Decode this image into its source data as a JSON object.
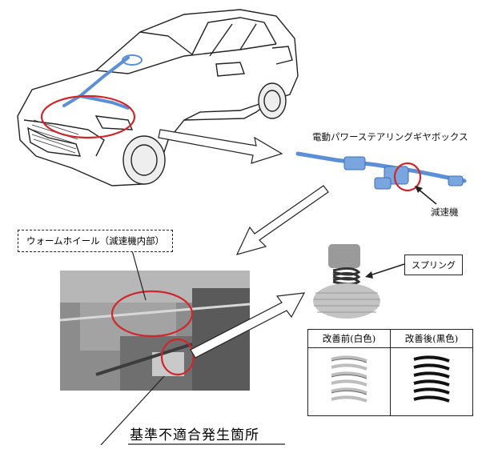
{
  "labels": {
    "gearbox": "電動パワーステアリングギヤボックス",
    "reducer": "減速機",
    "worm_wheel": "ウォームホイール（減速機内部）",
    "spring": "スプリング",
    "nonconformity": "基準不適合発生箇所"
  },
  "comparison_table": {
    "headers": [
      "改善前(白色)",
      "改善後(黒色)"
    ]
  },
  "colors": {
    "highlight_circle": "#d0262b",
    "steering_part": "#5b8fd6"
  }
}
